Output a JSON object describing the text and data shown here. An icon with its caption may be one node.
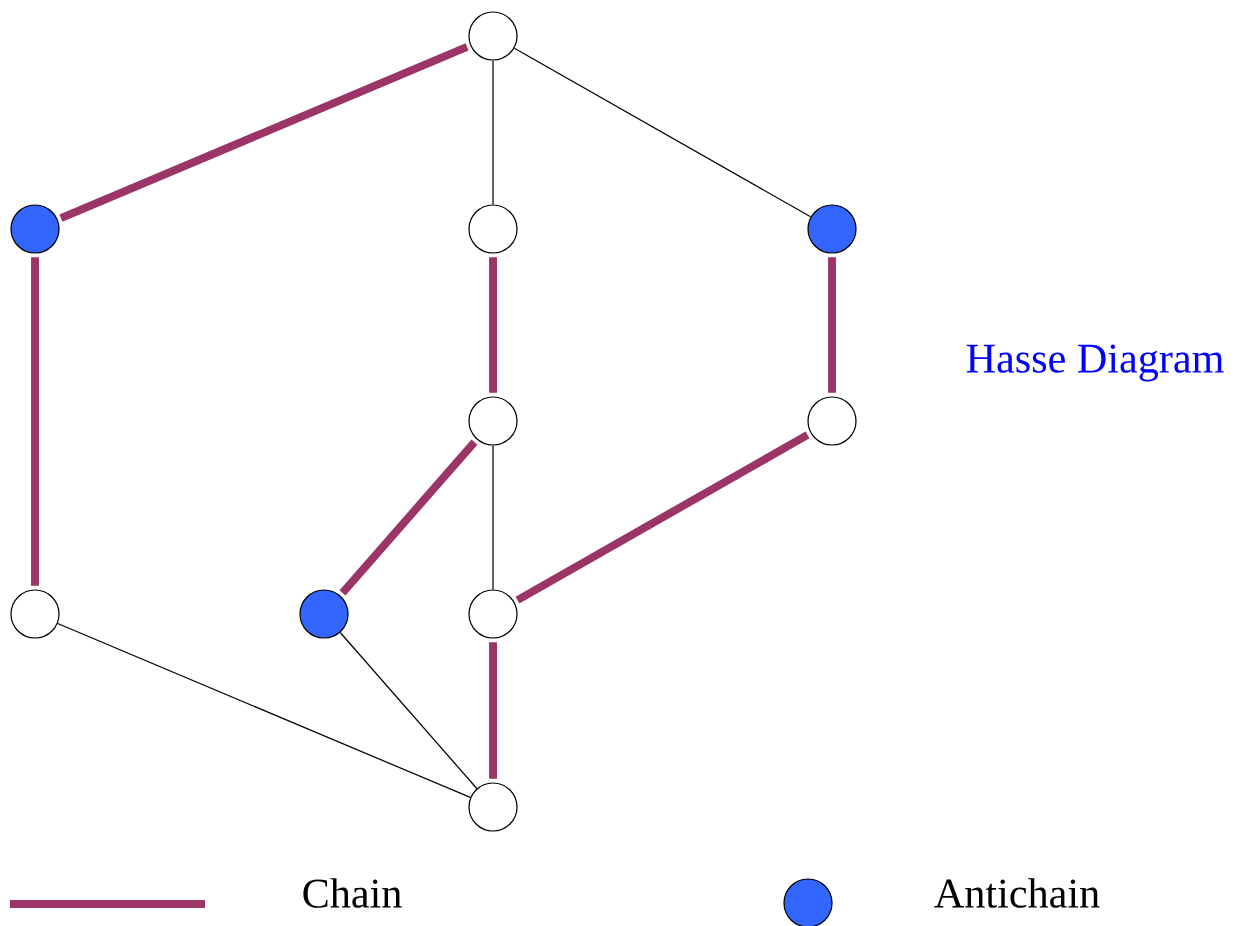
{
  "diagram": {
    "title": "Hasse Diagram",
    "nodes": [
      {
        "text": [],
        "shape": "circle"
      },
      {
        "text": [],
        "shape": "dot"
      },
      {
        "text": [],
        "shape": "circle"
      },
      {
        "text": [],
        "shape": "dot"
      },
      {
        "text": [],
        "shape": "circle"
      },
      {
        "text": [],
        "shape": "circle"
      },
      {
        "text": [],
        "shape": "circle"
      },
      {
        "text": [],
        "shape": "dot"
      },
      {
        "text": [],
        "shape": "circle"
      },
      {
        "text": [],
        "shape": "circle"
      }
    ],
    "edges": [
      {
        "from": 0,
        "to": 1,
        "arrow": "none"
      },
      {
        "from": 0,
        "to": 2,
        "arrow": "none",
        "color": "#000000"
      },
      {
        "from": 0,
        "to": 3,
        "arrow": "none",
        "color": "#000000"
      },
      {
        "from": 1,
        "to": 6,
        "arrow": "none"
      },
      {
        "from": 2,
        "to": 4,
        "arrow": "none"
      },
      {
        "from": 3,
        "to": 5,
        "arrow": "none"
      },
      {
        "from": 4,
        "to": 7,
        "arrow": "none"
      },
      {
        "from": 4,
        "to": 8,
        "arrow": "none",
        "color": "#000000"
      },
      {
        "from": 5,
        "to": 8,
        "arrow": "none"
      },
      {
        "from": 6,
        "to": 9,
        "arrow": "none",
        "color": "#000000"
      },
      {
        "from": 7,
        "to": 9,
        "arrow": "none",
        "color": "#000000"
      },
      {
        "from": 8,
        "to": 9,
        "arrow": "none"
      }
    ],
    "legend": [
      {
        "text": "Chain"
      },
      {
        "text": "Antichain",
        "color": "#3366ff"
      }
    ]
  }
}
